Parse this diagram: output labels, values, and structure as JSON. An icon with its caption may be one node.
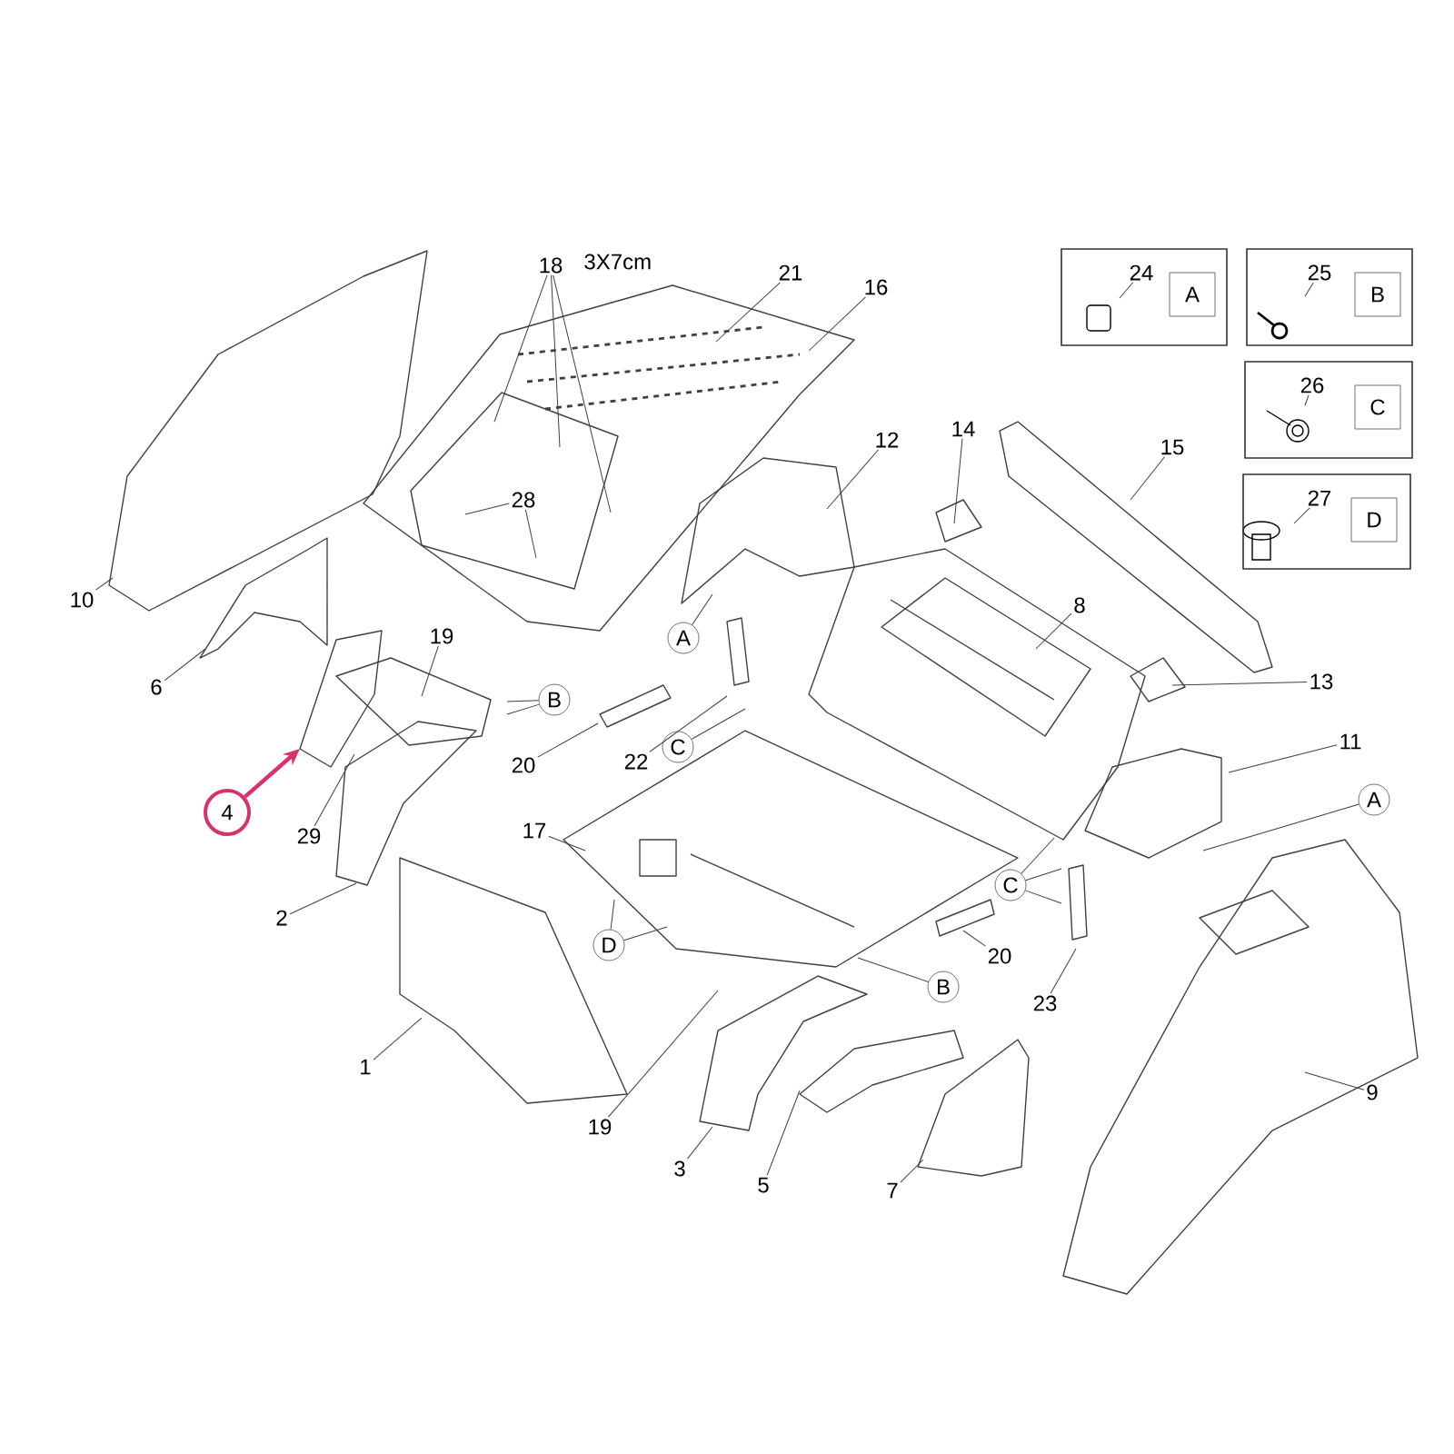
{
  "diagram": {
    "nodes": [
      {
        "text": [
          "18"
        ]
      },
      {
        "text": [
          "21"
        ]
      },
      {
        "text": [
          "16"
        ]
      },
      {
        "text": [],
        "shape": "box"
      },
      {
        "text": [
          "24"
        ],
        "in": 3
      },
      {
        "text": [
          "A"
        ],
        "in": 3
      },
      {
        "text": [],
        "shape": "box"
      },
      {
        "text": [
          "25"
        ],
        "in": 6
      },
      {
        "text": [
          "B"
        ],
        "in": 6
      },
      {
        "text": [],
        "shape": "box"
      },
      {
        "text": [
          "26"
        ],
        "in": 9
      },
      {
        "text": [
          "C"
        ],
        "in": 9
      },
      {
        "text": [
          "14"
        ]
      },
      {
        "text": [
          "12"
        ]
      },
      {
        "text": [
          "15"
        ]
      },
      {
        "text": [],
        "shape": "box"
      },
      {
        "text": [
          "27"
        ],
        "in": 15
      },
      {
        "text": [
          "D"
        ],
        "in": 15
      },
      {
        "text": [
          "28"
        ]
      },
      {
        "text": [
          "10"
        ]
      },
      {
        "text": [
          "8"
        ]
      },
      {
        "text": [
          "19"
        ]
      },
      {
        "text": [
          "A"
        ]
      },
      {
        "text": [
          "6"
        ]
      },
      {
        "text": [
          "13"
        ]
      },
      {
        "text": [
          "B"
        ]
      },
      {
        "text": [
          "11"
        ]
      },
      {
        "text": [
          "C"
        ]
      },
      {
        "text": [
          "22"
        ]
      },
      {
        "text": [
          "20"
        ]
      },
      {
        "text": [
          "A"
        ]
      },
      {
        "text": [
          "4"
        ]
      },
      {
        "text": [
          "17"
        ]
      },
      {
        "text": [
          "29"
        ]
      },
      {
        "text": [
          "C"
        ]
      },
      {
        "text": [
          "2"
        ]
      },
      {
        "text": [
          "D"
        ]
      },
      {
        "text": [
          "20"
        ]
      },
      {
        "text": [
          "B"
        ]
      },
      {
        "text": [
          "23"
        ]
      },
      {
        "text": [
          "1"
        ]
      },
      {
        "text": [
          "9"
        ]
      },
      {
        "text": [
          "19"
        ]
      },
      {
        "text": [
          "3"
        ]
      },
      {
        "text": [
          "5"
        ]
      },
      {
        "text": [
          "7"
        ]
      }
    ],
    "edges": [
      {
        "from": 0,
        "to": null,
        "arrow": "none"
      },
      {
        "from": 0,
        "to": null,
        "arrow": "none"
      },
      {
        "from": 0,
        "to": null,
        "arrow": "none"
      },
      {
        "from": 1,
        "to": null,
        "arrow": "none"
      },
      {
        "from": 2,
        "to": null,
        "arrow": "none"
      },
      {
        "from": 4,
        "to": null,
        "arrow": "none"
      },
      {
        "from": 7,
        "to": null,
        "arrow": "none"
      },
      {
        "from": 10,
        "to": null,
        "arrow": "none"
      },
      {
        "from": 12,
        "to": null,
        "arrow": "none"
      },
      {
        "from": 13,
        "to": null,
        "arrow": "none"
      },
      {
        "from": 14,
        "to": null,
        "arrow": "none"
      },
      {
        "from": 16,
        "to": null,
        "arrow": "none"
      },
      {
        "from": 18,
        "to": null,
        "arrow": "none"
      },
      {
        "from": 18,
        "to": null,
        "arrow": "none"
      },
      {
        "from": 19,
        "to": null,
        "arrow": "none"
      },
      {
        "from": 20,
        "to": null,
        "arrow": "none"
      },
      {
        "from": 21,
        "to": null,
        "arrow": "none"
      },
      {
        "from": 22,
        "to": null,
        "arrow": "none"
      },
      {
        "from": 23,
        "to": null,
        "arrow": "none"
      },
      {
        "from": 24,
        "to": null,
        "arrow": "none"
      },
      {
        "from": 25,
        "to": null,
        "arrow": "none"
      },
      {
        "from": 25,
        "to": null,
        "arrow": "none"
      },
      {
        "from": 26,
        "to": null,
        "arrow": "none"
      },
      {
        "from": 27,
        "to": null,
        "arrow": "none"
      },
      {
        "from": 28,
        "to": null,
        "arrow": "none"
      },
      {
        "from": 29,
        "to": null,
        "arrow": "none"
      },
      {
        "from": 30,
        "to": null,
        "arrow": "none"
      },
      {
        "from": 31,
        "to": null,
        "arrow": "to",
        "style": "thick",
        "color": "#d6336c"
      },
      {
        "from": 32,
        "to": null,
        "arrow": "none"
      },
      {
        "from": 33,
        "to": null,
        "arrow": "none"
      },
      {
        "from": 34,
        "to": null,
        "arrow": "none"
      },
      {
        "from": 34,
        "to": null,
        "arrow": "none"
      },
      {
        "from": 34,
        "to": null,
        "arrow": "none"
      },
      {
        "from": 35,
        "to": null,
        "arrow": "none"
      },
      {
        "from": 36,
        "to": null,
        "arrow": "none"
      },
      {
        "from": 36,
        "to": null,
        "arrow": "none"
      },
      {
        "from": 37,
        "to": null,
        "arrow": "none"
      },
      {
        "from": 38,
        "to": null,
        "arrow": "none"
      },
      {
        "from": 39,
        "to": null,
        "arrow": "none"
      },
      {
        "from": 40,
        "to": null,
        "arrow": "none"
      },
      {
        "from": 41,
        "to": null,
        "arrow": "none"
      },
      {
        "from": 42,
        "to": null,
        "arrow": "none"
      },
      {
        "from": 43,
        "to": null,
        "arrow": "none"
      },
      {
        "from": 44,
        "to": null,
        "arrow": "none"
      },
      {
        "from": 45,
        "to": null,
        "arrow": "none"
      }
    ],
    "labels": [
      "3X7cm"
    ]
  }
}
